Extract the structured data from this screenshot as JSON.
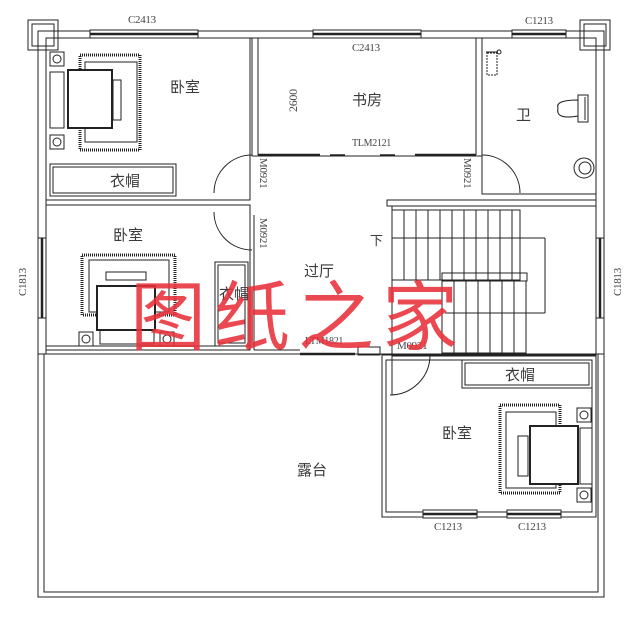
{
  "drawing": {
    "type": "floor-plan",
    "watermark": "图纸之家",
    "watermark_color": "#e8303a",
    "line_color": "#222222"
  },
  "rooms": {
    "bedroom_nw": {
      "label": "卧室",
      "wardrobe": "衣帽"
    },
    "study": {
      "label": "书房",
      "dimension": "2600"
    },
    "bathroom": {
      "label": "卫"
    },
    "bedroom_w": {
      "label": "卧室",
      "wardrobe": "衣帽"
    },
    "hall": {
      "label": "过厅",
      "stair_direction": "下"
    },
    "bedroom_se": {
      "label": "卧室",
      "wardrobe": "衣帽"
    },
    "terrace": {
      "label": "露台"
    }
  },
  "openings": {
    "window_top_left": "C2413",
    "window_study": "C2413",
    "window_top_right": "C1213",
    "window_left": "C1813",
    "window_right": "C1813",
    "window_bottom_1": "C1213",
    "window_bottom_2": "C1213",
    "door_study": "TLM2121",
    "door_bedroom_nw": "M0921",
    "door_bedroom_w": "M0921",
    "door_bathroom": "M0921",
    "door_terrace": "LTM1821",
    "door_bedroom_se": "M0921"
  }
}
